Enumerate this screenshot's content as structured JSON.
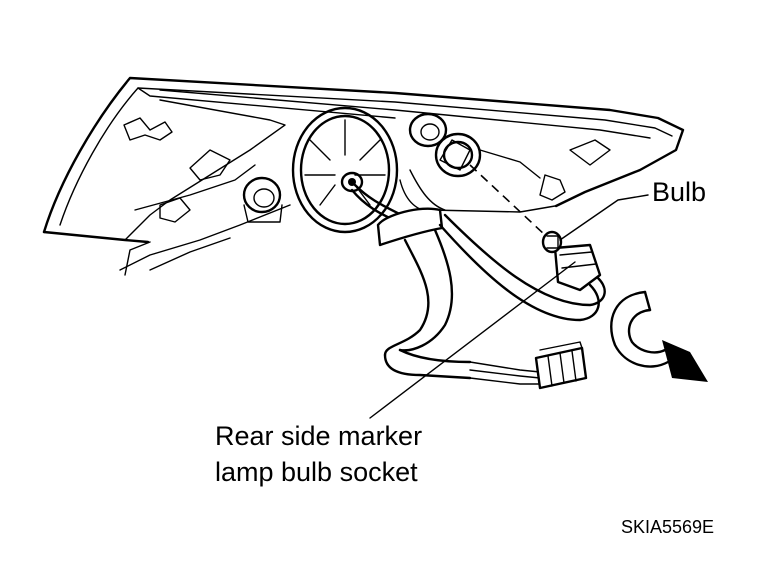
{
  "labels": {
    "bulb": "Bulb",
    "socket_line1": "Rear side marker",
    "socket_line2": "lamp bulb socket",
    "figure_code": "SKIA5569E"
  }
}
